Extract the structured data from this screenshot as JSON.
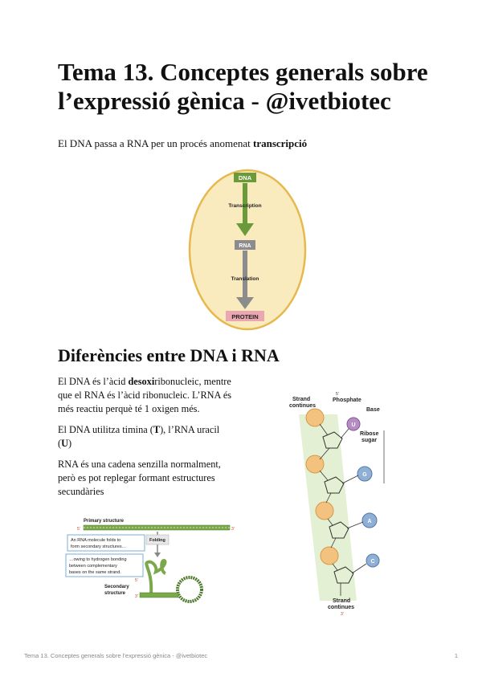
{
  "title": "Tema 13. Conceptes generals sobre l’expressió gènica - @ivetbiotec",
  "intro": {
    "text": "El DNA passa a RNA per un procés anomenat ",
    "bold": "transcripció"
  },
  "central_dogma": {
    "dna": "DNA",
    "transcription": "Transcription",
    "rna": "RNA",
    "translation": "Translation",
    "protein": "PROTEIN",
    "colors": {
      "background": "#f9ebbd",
      "border": "#e6b84e",
      "green": "#6a9a3a",
      "gray": "#8c8c8c",
      "protein": "#eaa6b1"
    }
  },
  "section_heading": "Diferències entre DNA i RNA",
  "paragraphs": {
    "p1_a": "El DNA és l’àcid ",
    "p1_bold": "desoxi",
    "p1_b": "ribonucleic, mentre que el RNA és l’àcid ribonucleic. L’RNA és més reactiu perquè té 1 oxigen més.",
    "p2_a": "El DNA utilitza timina (",
    "p2_T": "T",
    "p2_b": "), l’RNA uracil (",
    "p2_U": "U",
    "p2_c": ")",
    "p3": "RNA és una cadena senzilla normalment, però es pot replegar formant estructures secundàries"
  },
  "rna_folding_figure": {
    "primary": "Primary structure",
    "box1_l1": "An RNA molecule folds to",
    "box1_l2": "form secondary structures…",
    "folding": "Folding",
    "box2_l1": "…owing to hydrogen bonding",
    "box2_l2": "between complementary",
    "box2_l3": "bases on the same strand.",
    "secondary_l1": "Secondary",
    "secondary_l2": "structure"
  },
  "nucleotide_figure": {
    "five_prime": "5'",
    "three_prime": "3'",
    "strand_cont_top_l1": "Strand",
    "strand_cont_top_l2": "continues",
    "phosphate": "Phosphate",
    "base": "Base",
    "ribose_l1": "Ribose",
    "ribose_l2": "sugar",
    "strand_cont_bottom_l1": "Strand",
    "strand_cont_bottom_l2": "continues",
    "base_letters": [
      "U",
      "G",
      "A",
      "C"
    ]
  },
  "footer": {
    "text": "Tema 13. Conceptes generals sobre l’expressió gènica - @ivetbiotec",
    "page": "1"
  }
}
